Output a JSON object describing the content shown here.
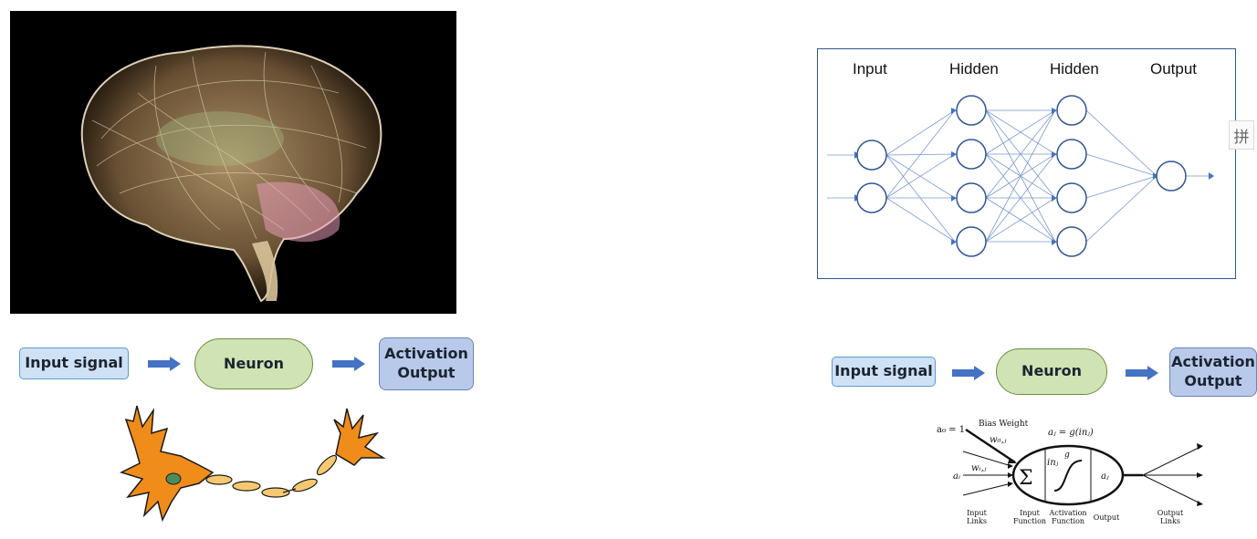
{
  "left_flow": {
    "input": "Input signal",
    "neuron": "Neuron",
    "output_line1": "Activation",
    "output_line2": "Output"
  },
  "right_flow": {
    "input": "Input signal",
    "neuron": "Neuron",
    "output_line1": "Activation",
    "output_line2": "Output"
  },
  "nn": {
    "layers": [
      "Input",
      "Hidden",
      "Hidden",
      "Output"
    ],
    "side_glyph": "拼"
  },
  "unit": {
    "a0": "a₀ = 1",
    "bias_weight": "Bias Weight",
    "w0j": "w₀,ⱼ",
    "activation_eq": "aⱼ = g(inⱼ)",
    "ai": "aᵢ",
    "wij": "wᵢ,ⱼ",
    "sum": "Σ",
    "inj": "inⱼ",
    "g": "g",
    "aj": "aⱼ",
    "input_links_1": "Input",
    "input_links_2": "Links",
    "input_function_1": "Input",
    "input_function_2": "Function",
    "activation_function_1": "Activation",
    "activation_function_2": "Function",
    "output": "Output",
    "output_links_1": "Output",
    "output_links_2": "Links"
  },
  "colors": {
    "arrow_blue": "#4472c4",
    "nn_line": "#2f5597",
    "neuron_orange": "#f08c1a"
  }
}
